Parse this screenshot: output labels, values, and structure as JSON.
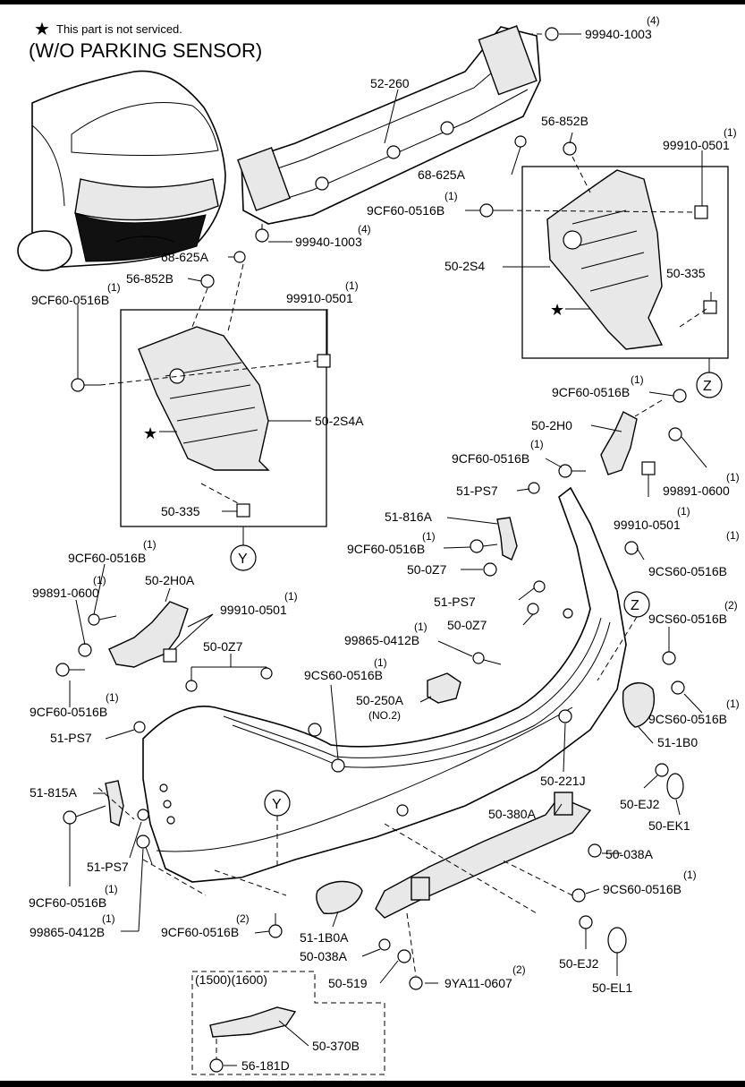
{
  "header": {
    "note": "This part is not serviced.",
    "title": "(W/O PARKING SENSOR)"
  },
  "callouts": {
    "y": "Y",
    "z": "Z",
    "star": "★"
  },
  "labels": [
    {
      "id": "l1",
      "text": "99940-1003",
      "qty": "(4)"
    },
    {
      "id": "l2",
      "text": "52-260",
      "qty": ""
    },
    {
      "id": "l3",
      "text": "56-852B",
      "qty": ""
    },
    {
      "id": "l4",
      "text": "99910-0501",
      "qty": "(1)"
    },
    {
      "id": "l5",
      "text": "68-625A",
      "qty": ""
    },
    {
      "id": "l6",
      "text": "9CF60-0516B",
      "qty": "(1)"
    },
    {
      "id": "l7",
      "text": "99940-1003",
      "qty": "(4)"
    },
    {
      "id": "l8",
      "text": "50-2S4",
      "qty": ""
    },
    {
      "id": "l9",
      "text": "68-625A",
      "qty": ""
    },
    {
      "id": "l10",
      "text": "56-852B",
      "qty": ""
    },
    {
      "id": "l11",
      "text": "50-335",
      "qty": ""
    },
    {
      "id": "l12",
      "text": "9CF60-0516B",
      "qty": "(1)"
    },
    {
      "id": "l13",
      "text": "99910-0501",
      "qty": "(1)"
    },
    {
      "id": "l14",
      "text": "9CF60-0516B",
      "qty": "(1)"
    },
    {
      "id": "l15",
      "text": "50-2S4A",
      "qty": ""
    },
    {
      "id": "l16",
      "text": "50-2H0",
      "qty": ""
    },
    {
      "id": "l17",
      "text": "9CF60-0516B",
      "qty": "(1)"
    },
    {
      "id": "l18",
      "text": "99891-0600",
      "qty": "(1)"
    },
    {
      "id": "l19",
      "text": "51-PS7",
      "qty": ""
    },
    {
      "id": "l20",
      "text": "50-335",
      "qty": ""
    },
    {
      "id": "l21",
      "text": "51-816A",
      "qty": ""
    },
    {
      "id": "l22",
      "text": "99910-0501",
      "qty": "(1)"
    },
    {
      "id": "l23",
      "text": "9CF60-0516B",
      "qty": "(1)"
    },
    {
      "id": "l24",
      "text": "9CS60-0516B",
      "qty": "(1)"
    },
    {
      "id": "l25",
      "text": "50-0Z7",
      "qty": ""
    },
    {
      "id": "l26",
      "text": "9CF60-0516B",
      "qty": "(1)"
    },
    {
      "id": "l27",
      "text": "99891-0600",
      "qty": "(1)"
    },
    {
      "id": "l28",
      "text": "50-2H0A",
      "qty": ""
    },
    {
      "id": "l29",
      "text": "51-PS7",
      "qty": ""
    },
    {
      "id": "l30",
      "text": "99910-0501",
      "qty": "(1)"
    },
    {
      "id": "l31",
      "text": "50-0Z7",
      "qty": ""
    },
    {
      "id": "l32",
      "text": "9CS60-0516B",
      "qty": "(2)"
    },
    {
      "id": "l33",
      "text": "99865-0412B",
      "qty": "(1)"
    },
    {
      "id": "l34",
      "text": "50-0Z7",
      "qty": ""
    },
    {
      "id": "l35",
      "text": "9CS60-0516B",
      "qty": "(1)"
    },
    {
      "id": "l36",
      "text": "9CF60-0516B",
      "qty": "(1)"
    },
    {
      "id": "l37",
      "text": "50-250A",
      "qty": ""
    },
    {
      "id": "l38",
      "text": "(NO.2)",
      "qty": ""
    },
    {
      "id": "l39",
      "text": "9CS60-0516B",
      "qty": "(1)"
    },
    {
      "id": "l40",
      "text": "51-PS7",
      "qty": ""
    },
    {
      "id": "l41",
      "text": "51-1B0",
      "qty": ""
    },
    {
      "id": "l42",
      "text": "51-815A",
      "qty": ""
    },
    {
      "id": "l43",
      "text": "50-221J",
      "qty": ""
    },
    {
      "id": "l44",
      "text": "50-EJ2",
      "qty": ""
    },
    {
      "id": "l45",
      "text": "50-380A",
      "qty": ""
    },
    {
      "id": "l46",
      "text": "50-EK1",
      "qty": ""
    },
    {
      "id": "l47",
      "text": "51-PS7",
      "qty": ""
    },
    {
      "id": "l48",
      "text": "50-038A",
      "qty": ""
    },
    {
      "id": "l49",
      "text": "9CF60-0516B",
      "qty": "(1)"
    },
    {
      "id": "l50",
      "text": "9CS60-0516B",
      "qty": "(1)"
    },
    {
      "id": "l51",
      "text": "99865-0412B",
      "qty": "(1)"
    },
    {
      "id": "l52",
      "text": "9CF60-0516B",
      "qty": "(2)"
    },
    {
      "id": "l53",
      "text": "51-1B0A",
      "qty": ""
    },
    {
      "id": "l54",
      "text": "50-038A",
      "qty": ""
    },
    {
      "id": "l55",
      "text": "50-EJ2",
      "qty": ""
    },
    {
      "id": "l56",
      "text": "50-519",
      "qty": ""
    },
    {
      "id": "l57",
      "text": "9YA11-0607",
      "qty": "(2)"
    },
    {
      "id": "l58",
      "text": "50-EL1",
      "qty": ""
    },
    {
      "id": "l59",
      "text": "50-370B",
      "qty": ""
    },
    {
      "id": "l60",
      "text": "56-181D",
      "qty": ""
    }
  ],
  "variant": {
    "codes": "(1500)(1600)"
  }
}
